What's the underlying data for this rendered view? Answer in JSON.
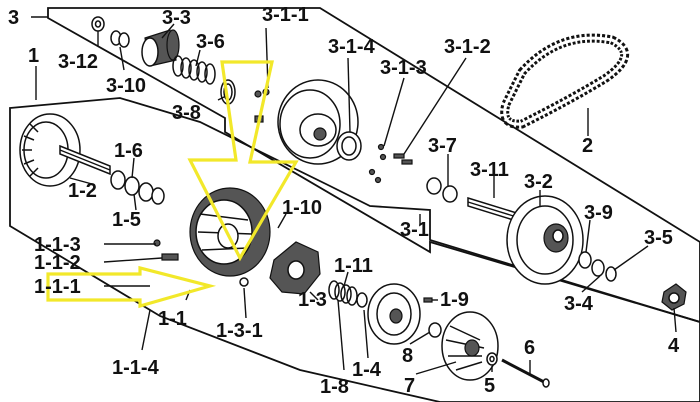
{
  "diagram": {
    "callouts": {
      "c3": "3",
      "c3_3": "3-3",
      "c3_1_1": "3-1-1",
      "c3_6": "3-6",
      "c3_1_4": "3-1-4",
      "c3_1_2": "3-1-2",
      "c3_12": "3-12",
      "c3_10": "3-10",
      "c3_1_3": "3-1-3",
      "c3_8": "3-8",
      "c1": "1",
      "c2": "2",
      "c1_6": "1-6",
      "c1_2": "1-2",
      "c1_5": "1-5",
      "c3_7": "3-7",
      "c3_11": "3-11",
      "c3_2": "3-2",
      "c1_10": "1-10",
      "c3_9": "3-9",
      "c3_1": "3-1",
      "c3_5": "3-5",
      "c1_1_3": "1-1-3",
      "c1_1_2": "1-1-2",
      "c1_1_1": "1-1-1",
      "c1_11": "1-11",
      "c1_9": "1-9",
      "c3_4": "3-4",
      "c4": "4",
      "c1_3": "1-3",
      "c1_1": "1-1",
      "c1_3_1": "1-3-1",
      "c1_4": "1-4",
      "c8": "8",
      "c6": "6",
      "c1_1_4": "1-1-4",
      "c1_8": "1-8",
      "c7": "7",
      "c5": "5"
    },
    "highlight_color": "#f2e82a"
  }
}
